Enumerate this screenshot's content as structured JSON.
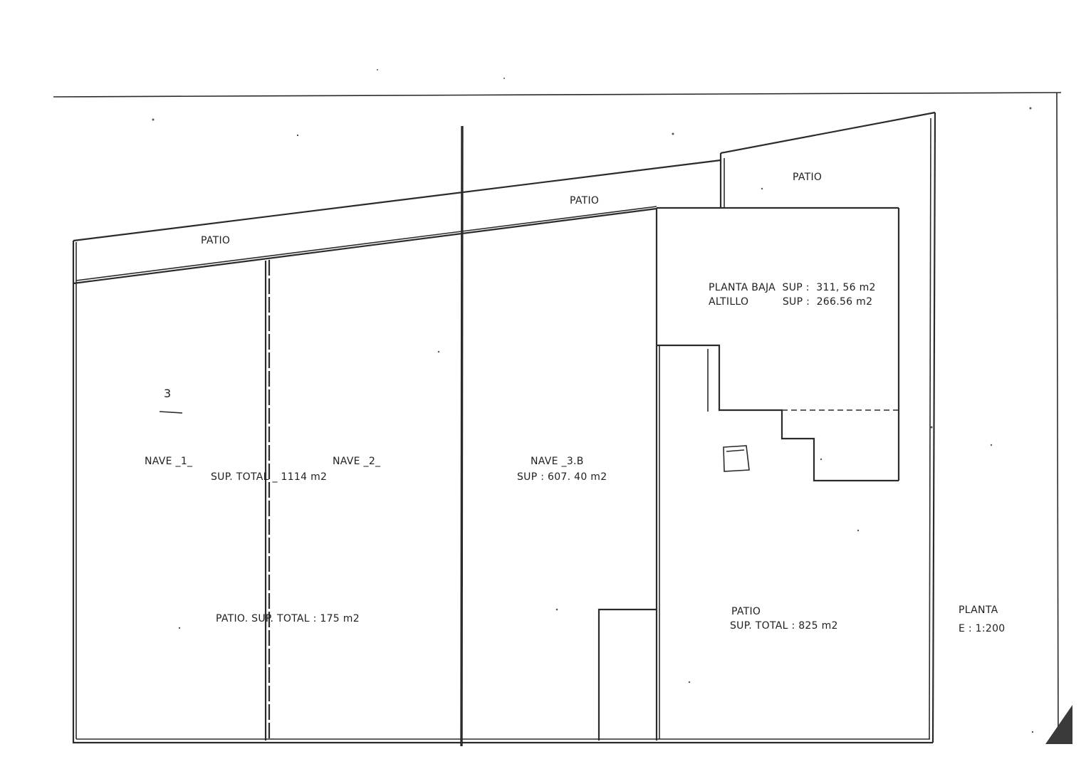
{
  "labels": {
    "patio_left": "PATIO",
    "patio_mid": "PATIO",
    "patio_right": "PATIO",
    "planta_baja": "PLANTA BAJA  SUP :  311, 56 m2",
    "altillo": "ALTILLO          SUP :  266.56 m2",
    "nave_1": "NAVE _1_",
    "nave_2": "NAVE _2_",
    "sup_total_naves": "SUP. TOTAL _ 1114  m2",
    "nave_3b": "NAVE _3.B",
    "sup_nave_3b": "SUP :  607. 40  m2",
    "patio_sup_total": "PATIO. SUP. TOTAL :  175  m2",
    "patio_bottom_right": "PATIO",
    "patio_bottom_right_sup": "SUP. TOTAL :  825  m2",
    "planta": "PLANTA",
    "escala": "E : 1:200",
    "handwritten_mark": "3"
  }
}
